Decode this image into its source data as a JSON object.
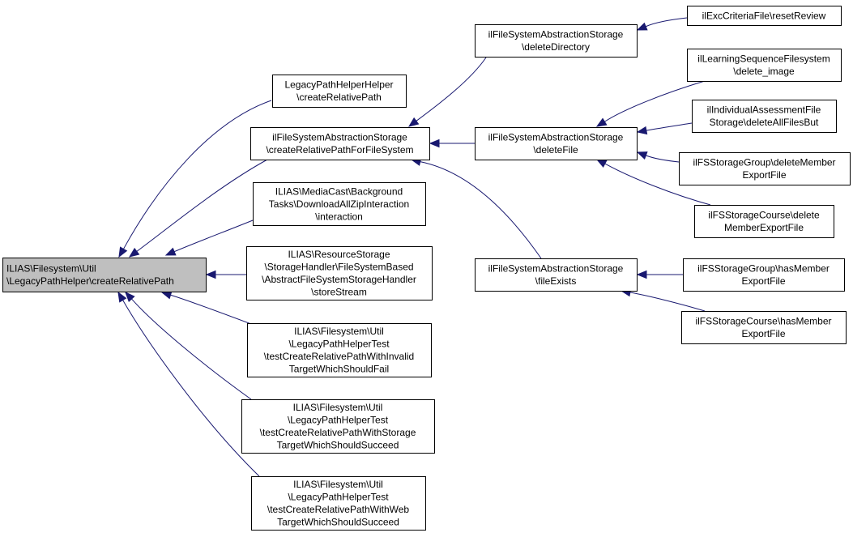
{
  "graph": {
    "nodes": [
      {
        "id": "root",
        "lines": [
          "ILIAS\\Filesystem\\Util",
          "\\LegacyPathHelper\\createRelativePath"
        ],
        "highlighted": true
      },
      {
        "id": "lphh",
        "lines": [
          "LegacyPathHelperHelper",
          "\\createRelativePath"
        ]
      },
      {
        "id": "fsas_crp",
        "lines": [
          "ilFileSystemAbstractionStorage",
          "\\createRelativePathForFileSystem"
        ]
      },
      {
        "id": "mediacast",
        "lines": [
          "ILIAS\\MediaCast\\Background",
          "Tasks\\DownloadAllZipInteraction",
          "\\interaction"
        ]
      },
      {
        "id": "resource",
        "lines": [
          "ILIAS\\ResourceStorage",
          "\\StorageHandler\\FileSystemBased",
          "\\AbstractFileSystemStorageHandler",
          "\\storeStream"
        ]
      },
      {
        "id": "test_invalid",
        "lines": [
          "ILIAS\\Filesystem\\Util",
          "\\LegacyPathHelperTest",
          "\\testCreateRelativePathWithInvalid",
          "TargetWhichShouldFail"
        ]
      },
      {
        "id": "test_storage",
        "lines": [
          "ILIAS\\Filesystem\\Util",
          "\\LegacyPathHelperTest",
          "\\testCreateRelativePathWithStorage",
          "TargetWhichShouldSucceed"
        ]
      },
      {
        "id": "test_web",
        "lines": [
          "ILIAS\\Filesystem\\Util",
          "\\LegacyPathHelperTest",
          "\\testCreateRelativePathWithWeb",
          "TargetWhichShouldSucceed"
        ]
      },
      {
        "id": "fsas_deldir",
        "lines": [
          "ilFileSystemAbstractionStorage",
          "\\deleteDirectory"
        ]
      },
      {
        "id": "fsas_delfile",
        "lines": [
          "ilFileSystemAbstractionStorage",
          "\\deleteFile"
        ]
      },
      {
        "id": "fsas_exists",
        "lines": [
          "ilFileSystemAbstractionStorage",
          "\\fileExists"
        ]
      },
      {
        "id": "exc_reset",
        "lines": [
          "ilExcCriteriaFile\\resetReview"
        ]
      },
      {
        "id": "lsq_delimg",
        "lines": [
          "ilLearningSequenceFilesystem",
          "\\delete_image"
        ]
      },
      {
        "id": "iass_delall",
        "lines": [
          "ilIndividualAssessmentFile",
          "Storage\\deleteAllFilesBut"
        ]
      },
      {
        "id": "grp_delexp",
        "lines": [
          "ilFSStorageGroup\\deleteMember",
          "ExportFile"
        ]
      },
      {
        "id": "crs_delexp",
        "lines": [
          "ilFSStorageCourse\\delete",
          "MemberExportFile"
        ]
      },
      {
        "id": "grp_hasexp",
        "lines": [
          "ilFSStorageGroup\\hasMember",
          "ExportFile"
        ]
      },
      {
        "id": "crs_hasexp",
        "lines": [
          "ilFSStorageCourse\\hasMember",
          "ExportFile"
        ]
      }
    ],
    "edges": [
      {
        "from": "lphh",
        "to": "root"
      },
      {
        "from": "fsas_crp",
        "to": "root"
      },
      {
        "from": "mediacast",
        "to": "root"
      },
      {
        "from": "resource",
        "to": "root"
      },
      {
        "from": "test_invalid",
        "to": "root"
      },
      {
        "from": "test_storage",
        "to": "root"
      },
      {
        "from": "test_web",
        "to": "root"
      },
      {
        "from": "fsas_deldir",
        "to": "fsas_crp"
      },
      {
        "from": "fsas_delfile",
        "to": "fsas_crp"
      },
      {
        "from": "fsas_exists",
        "to": "fsas_crp"
      },
      {
        "from": "exc_reset",
        "to": "fsas_deldir"
      },
      {
        "from": "lsq_delimg",
        "to": "fsas_delfile"
      },
      {
        "from": "iass_delall",
        "to": "fsas_delfile"
      },
      {
        "from": "grp_delexp",
        "to": "fsas_delfile"
      },
      {
        "from": "crs_delexp",
        "to": "fsas_delfile"
      },
      {
        "from": "grp_hasexp",
        "to": "fsas_exists"
      },
      {
        "from": "crs_hasexp",
        "to": "fsas_exists"
      }
    ],
    "colors": {
      "edge": "#191970",
      "highlight_fill": "#bfbfbf",
      "node_fill": "#ffffff",
      "border": "#000000"
    }
  }
}
